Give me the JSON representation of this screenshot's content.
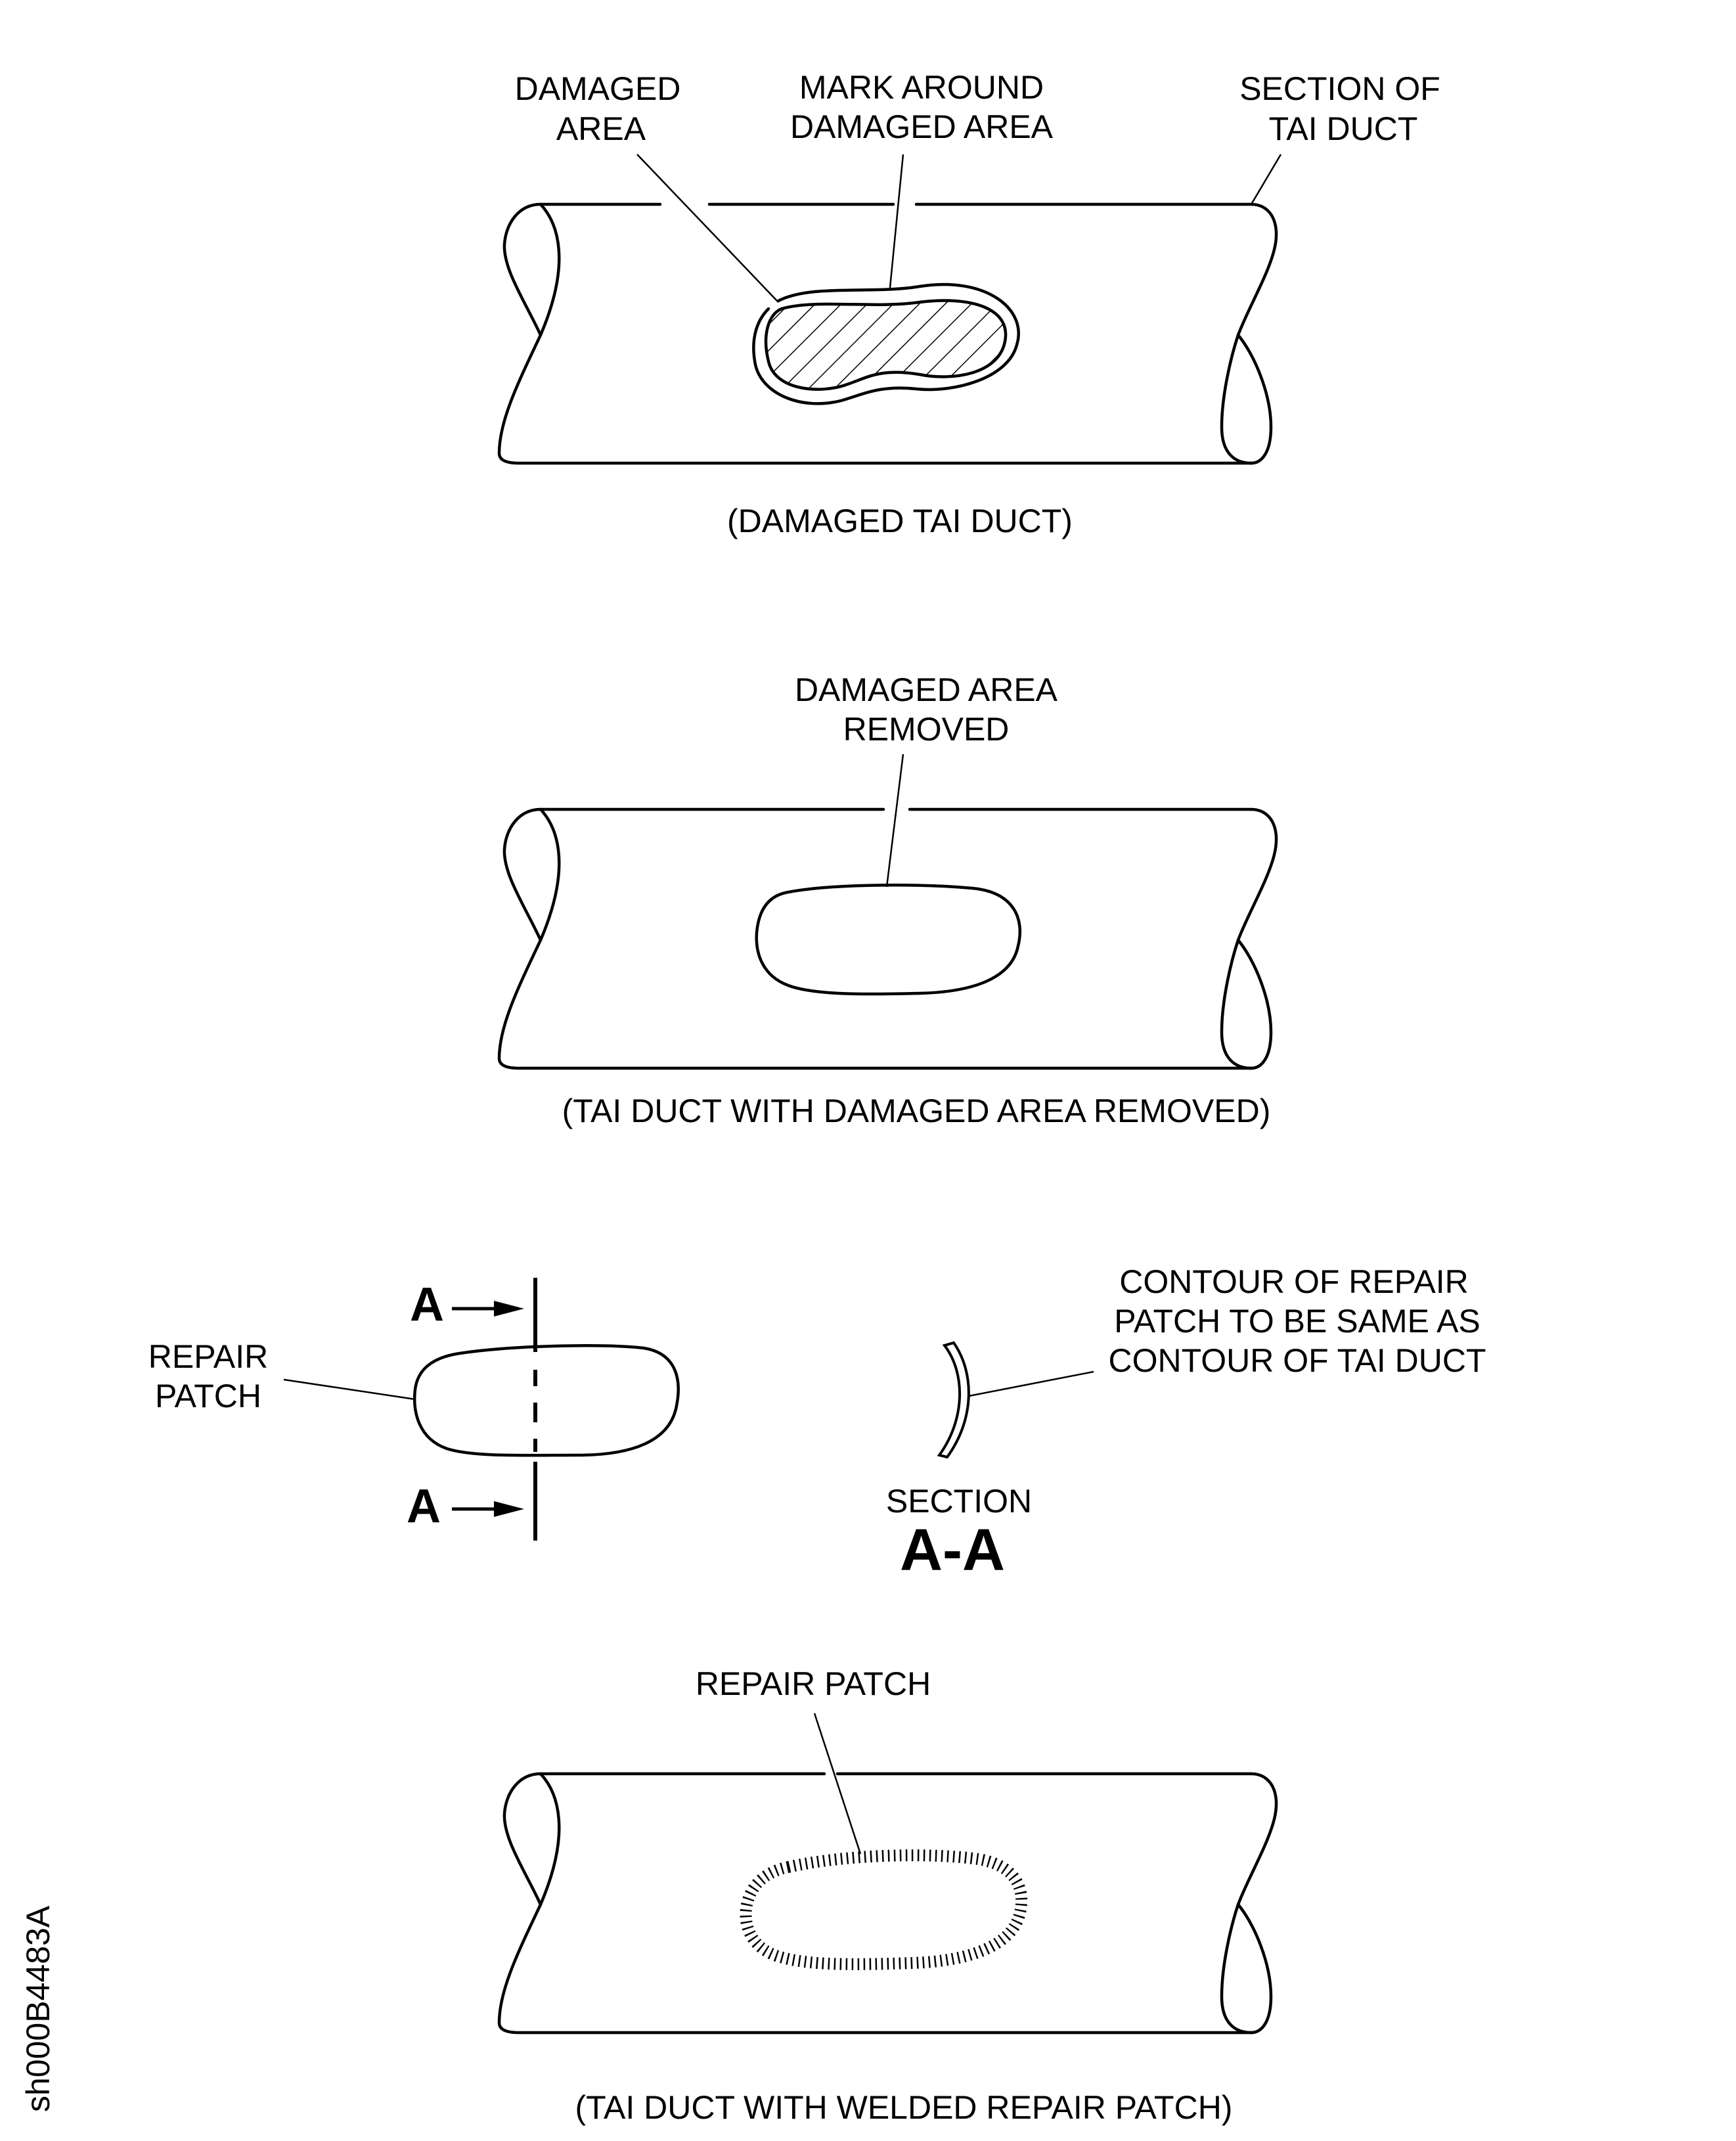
{
  "views": {
    "damaged": {
      "label_damaged_area": [
        "DAMAGED",
        "AREA"
      ],
      "label_mark_around": [
        "MARK AROUND",
        "DAMAGED AREA"
      ],
      "label_section_of": [
        "SECTION OF",
        "TAI DUCT"
      ],
      "caption": "(DAMAGED TAI DUCT)"
    },
    "removed": {
      "label_removed": [
        "DAMAGED AREA",
        "REMOVED"
      ],
      "caption": "(TAI DUCT  WITH DAMAGED AREA REMOVED)"
    },
    "patch": {
      "label_repair_patch": [
        "REPAIR",
        "PATCH"
      ],
      "section_marker": "A",
      "label_contour": [
        "CONTOUR OF REPAIR",
        "PATCH TO BE SAME AS",
        "CONTOUR OF TAI DUCT"
      ],
      "section_word": "SECTION",
      "section_id": "A-A"
    },
    "welded": {
      "label_repair_patch": "REPAIR PATCH",
      "caption": "(TAI DUCT WITH WELDED REPAIR PATCH)"
    }
  },
  "figure_id": "sh000B4483A"
}
